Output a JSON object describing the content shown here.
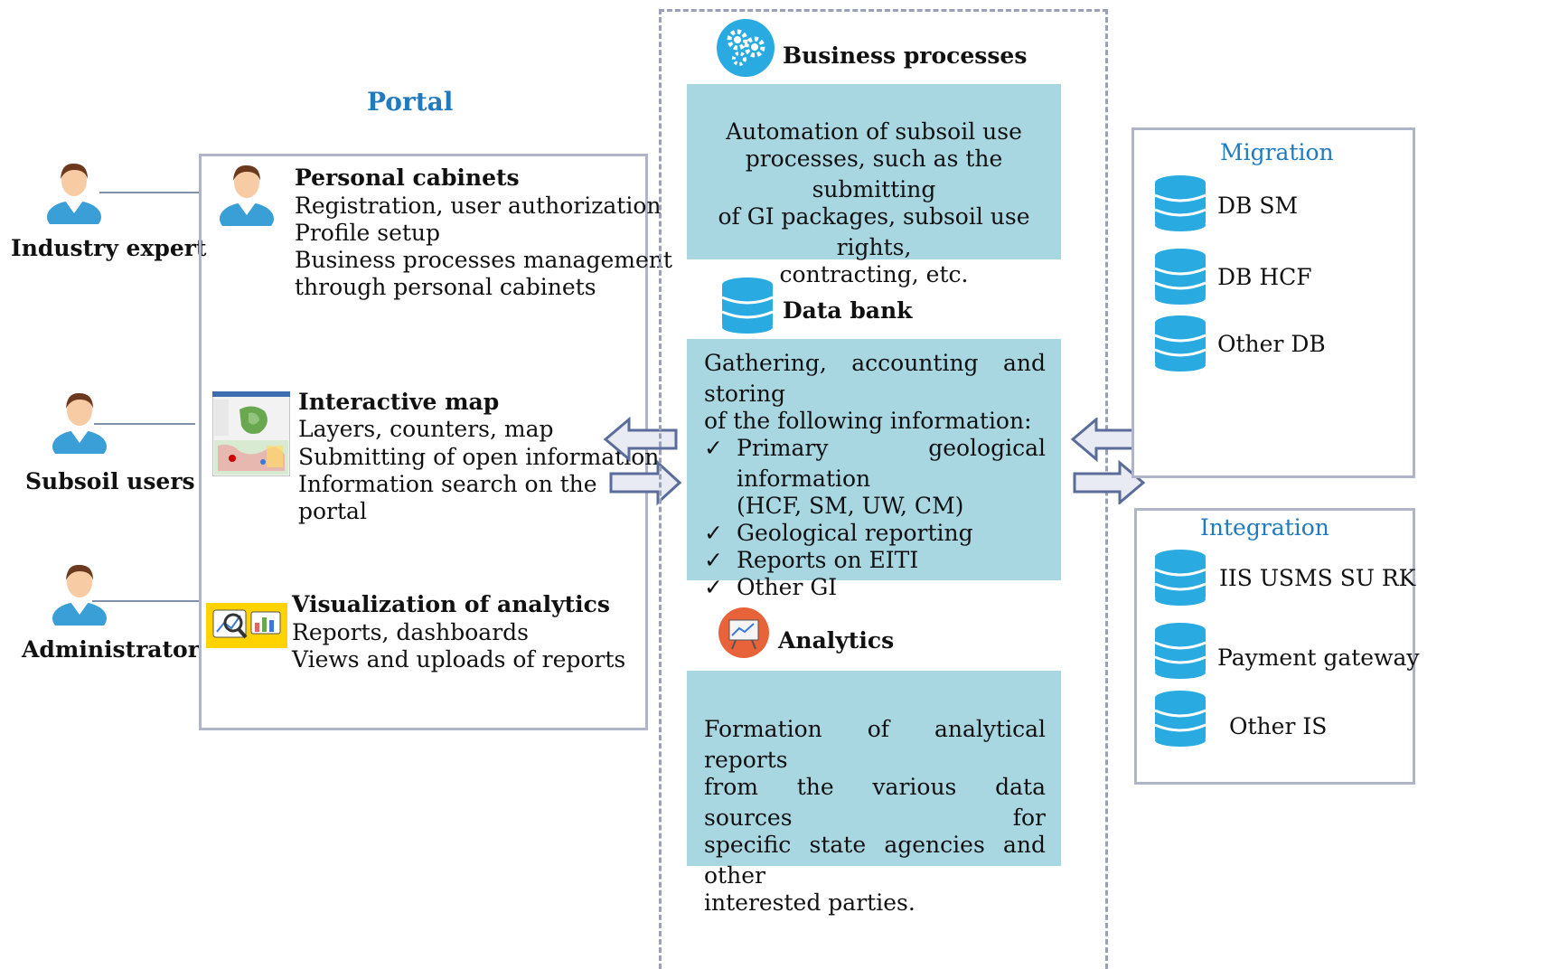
{
  "portal": {
    "title": "Portal",
    "personal_cabinets": {
      "heading": "Personal cabinets",
      "lines": [
        "Registration, user authorization",
        "Profile setup",
        "Business processes management",
        "through personal cabinets"
      ]
    },
    "interactive_map": {
      "heading": "Interactive map",
      "lines": [
        "Layers, counters, map",
        "Submitting of open information",
        "Information search on the",
        "portal"
      ]
    },
    "visualization": {
      "heading": "Visualization of analytics",
      "lines": [
        "Reports, dashboards",
        "Views and uploads of reports"
      ]
    }
  },
  "users": [
    {
      "label": "Industry expert"
    },
    {
      "label": "Subsoil users"
    },
    {
      "label": "Administrator"
    }
  ],
  "center": {
    "business_processes": {
      "heading": "Business processes",
      "text": "Automation of  subsoil use processes, such as the submitting of GI packages, subsoil use rights, contracting, etc.",
      "lines": [
        "Automation of  subsoil use",
        "processes, such as the submitting",
        "of GI packages, subsoil use rights,",
        "contracting, etc."
      ]
    },
    "data_bank": {
      "heading": "Data bank",
      "intro_lines": [
        "Gathering, accounting and storing",
        "of the following information:"
      ],
      "items": [
        "Primary geological information",
        "Geological reporting",
        "Reports on EITI",
        "Other GI"
      ],
      "item1_cont": "(HCF, SM, UW, CM)",
      "check": "✓"
    },
    "analytics": {
      "heading": "Analytics",
      "lines": [
        "Formation of analytical reports",
        "from the various data sources for",
        "specific state agencies and other",
        "interested parties."
      ]
    }
  },
  "migration": {
    "title": "Migration",
    "items": [
      "DB SM",
      "DB HCF",
      "Other DB"
    ]
  },
  "integration": {
    "title": "Integration",
    "items": [
      "IIS USMS SU RK",
      "Payment gateway",
      "Other IS"
    ]
  },
  "colors": {
    "accent_blue": "#1f7ac0",
    "panel": "#a8d7e2",
    "db_icon": "#29abe2",
    "dashed_border": "#9aa0b8"
  }
}
